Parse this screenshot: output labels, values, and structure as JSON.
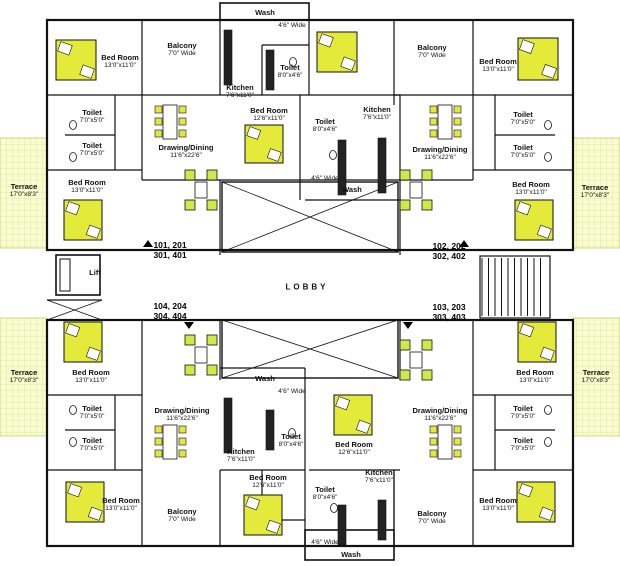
{
  "rooms": {
    "bed_tl": {
      "title": "Bed Room",
      "dim": "13'0\"x11'0\""
    },
    "balcony_tl": {
      "title": "Balcony",
      "dim": "7'0\" Wide"
    },
    "wash_top": {
      "title": "Wash",
      "dim": ""
    },
    "wide_top": {
      "title": "",
      "dim": "4'6\" Wide"
    },
    "toilet_tc": {
      "title": "Toilet",
      "dim": "8'0\"x4'6\""
    },
    "kitchen_tl": {
      "title": "Kitchen",
      "dim": "7'6\"x11'0\""
    },
    "bed_tc": {
      "title": "Bed Room",
      "dim": "12'6\"x11'0\""
    },
    "balcony_tr": {
      "title": "Balcony",
      "dim": "7'0\" Wide"
    },
    "bed_tr": {
      "title": "Bed Room",
      "dim": "13'0\"x11'0\""
    },
    "toilet_l1": {
      "title": "Toilet",
      "dim": "7'0\"x5'0\""
    },
    "toilet_l2": {
      "title": "Toilet",
      "dim": "7'0\"x5'0\""
    },
    "dining_tl": {
      "title": "Drawing/Dining",
      "dim": "11'6\"x22'6\""
    },
    "toilet_cm": {
      "title": "Toilet",
      "dim": "8'0\"x4'6\""
    },
    "kitchen_cm": {
      "title": "Kitchen",
      "dim": "7'6\"x11'0\""
    },
    "wide_cm": {
      "title": "",
      "dim": "4'6\" Wide"
    },
    "wash_cm": {
      "title": "Wash",
      "dim": ""
    },
    "dining_tr": {
      "title": "Drawing/Dining",
      "dim": "11'6\"x22'6\""
    },
    "toilet_r1": {
      "title": "Toilet",
      "dim": "7'0\"x5'0\""
    },
    "toilet_r2": {
      "title": "Toilet",
      "dim": "7'0\"x5'0\""
    },
    "terrace_l1": {
      "title": "Terrace",
      "dim": "17'0\"x8'3\""
    },
    "bed_ml": {
      "title": "Bed Room",
      "dim": "13'0\"x11'0\""
    },
    "bed_mr": {
      "title": "Bed Room",
      "dim": "13'0\"x11'0\""
    },
    "terrace_r1": {
      "title": "Terrace",
      "dim": "17'0\"x8'3\""
    },
    "lift": {
      "title": "Lift",
      "dim": ""
    },
    "terrace_l2": {
      "title": "Terrace",
      "dim": "17'0\"x8'3\""
    },
    "bed_bl1": {
      "title": "Bed Room",
      "dim": "13'0\"x11'0\""
    },
    "bed_br1": {
      "title": "Bed Room",
      "dim": "13'0\"x11'0\""
    },
    "terrace_r2": {
      "title": "Terrace",
      "dim": "17'0\"x8'3\""
    },
    "dining_bl": {
      "title": "Drawing/Dining",
      "dim": "11'6\"x22'6\""
    },
    "wash_bc": {
      "title": "Wash",
      "dim": ""
    },
    "wide_bc": {
      "title": "",
      "dim": "4'6\" Wide"
    },
    "dining_br": {
      "title": "Drawing/Dining",
      "dim": "11'6\"x22'6\""
    },
    "toilet_bl1": {
      "title": "Toilet",
      "dim": "7'0\"x5'0\""
    },
    "toilet_bl2": {
      "title": "Toilet",
      "dim": "7'0\"x5'0\""
    },
    "toilet_bc": {
      "title": "Toilet",
      "dim": "8'0\"x4'6\""
    },
    "bed_bc": {
      "title": "Bed Room",
      "dim": "12'6\"x11'0\""
    },
    "toilet_br1": {
      "title": "Toilet",
      "dim": "7'0\"x5'0\""
    },
    "toilet_br2": {
      "title": "Toilet",
      "dim": "7'0\"x5'0\""
    },
    "kitchen_bl": {
      "title": "Kitchen",
      "dim": "7'6\"x11'0\""
    },
    "bed_bc2": {
      "title": "Bed Room",
      "dim": "12'6\"x11'0\""
    },
    "toilet_bm": {
      "title": "Toilet",
      "dim": "8'0\"x4'6\""
    },
    "kitchen_bm": {
      "title": "Kitchen",
      "dim": "7'6\"x11'0\""
    },
    "bed_bl2": {
      "title": "Bed Room",
      "dim": "13'0\"x11'0\""
    },
    "balcony_bl": {
      "title": "Balcony",
      "dim": "7'0\" Wide"
    },
    "balcony_br": {
      "title": "Balcony",
      "dim": "7'0\" Wide"
    },
    "bed_br2": {
      "title": "Bed Room",
      "dim": "13'0\"x11'0\""
    },
    "wide_bottom": {
      "title": "",
      "dim": "4'6\" Wide"
    },
    "wash_bottom": {
      "title": "Wash",
      "dim": ""
    }
  },
  "units": {
    "tl": {
      "line1": "101, 201",
      "line2": "301, 401"
    },
    "tr": {
      "line1": "102, 202",
      "line2": "302, 402"
    },
    "bl": {
      "line1": "104, 204",
      "line2": "304, 404"
    },
    "br": {
      "line1": "103, 203",
      "line2": "303, 403"
    }
  },
  "lobby": "LOBBY",
  "colors": {
    "wall": "#111111",
    "bed": "#e4ea3a",
    "sofa": "#cfe84a",
    "terrace": "#f9fbd0",
    "terrace_grid": "#d7dd7a",
    "chair": "#e2e642"
  }
}
